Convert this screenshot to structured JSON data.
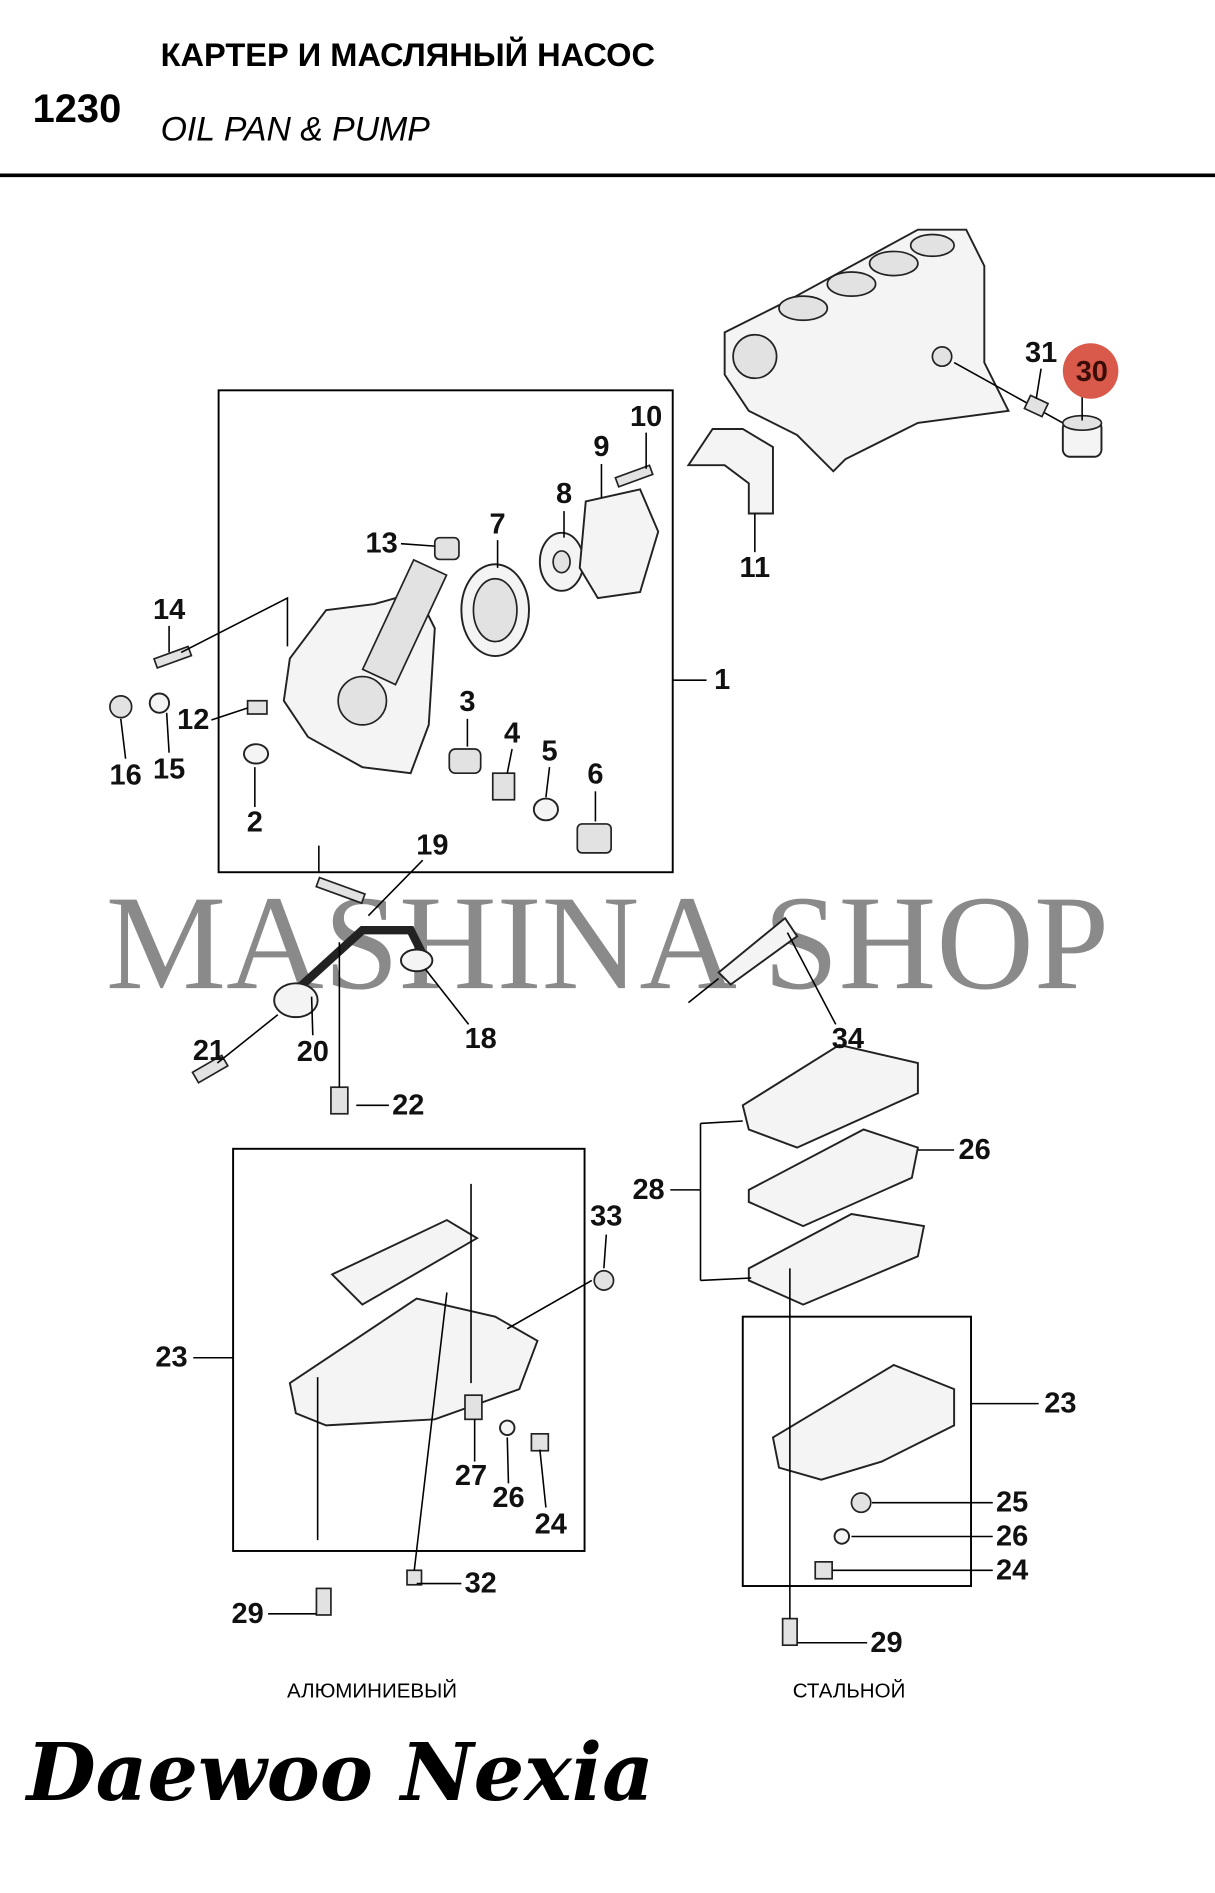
{
  "header": {
    "section_number": "1230",
    "title_ru": "КАРТЕР И МАСЛЯНЫЙ НАСОС",
    "title_en": "OIL PAN & PUMP"
  },
  "watermark": "MASHINA SHOP",
  "callouts": [
    "1",
    "2",
    "3",
    "4",
    "5",
    "6",
    "7",
    "8",
    "9",
    "10",
    "11",
    "12",
    "13",
    "14",
    "15",
    "16",
    "18",
    "19",
    "20",
    "21",
    "22",
    "23",
    "23",
    "24",
    "24",
    "25",
    "26",
    "26",
    "26",
    "27",
    "28",
    "29",
    "29",
    "30",
    "31",
    "32",
    "33",
    "34"
  ],
  "highlight_color": "#d9594a",
  "captions": {
    "aluminum": "АЛЮМИНИЕВЫЙ",
    "steel": "СТАЛЬНОЙ"
  },
  "logo": "Daewoo Nexia"
}
